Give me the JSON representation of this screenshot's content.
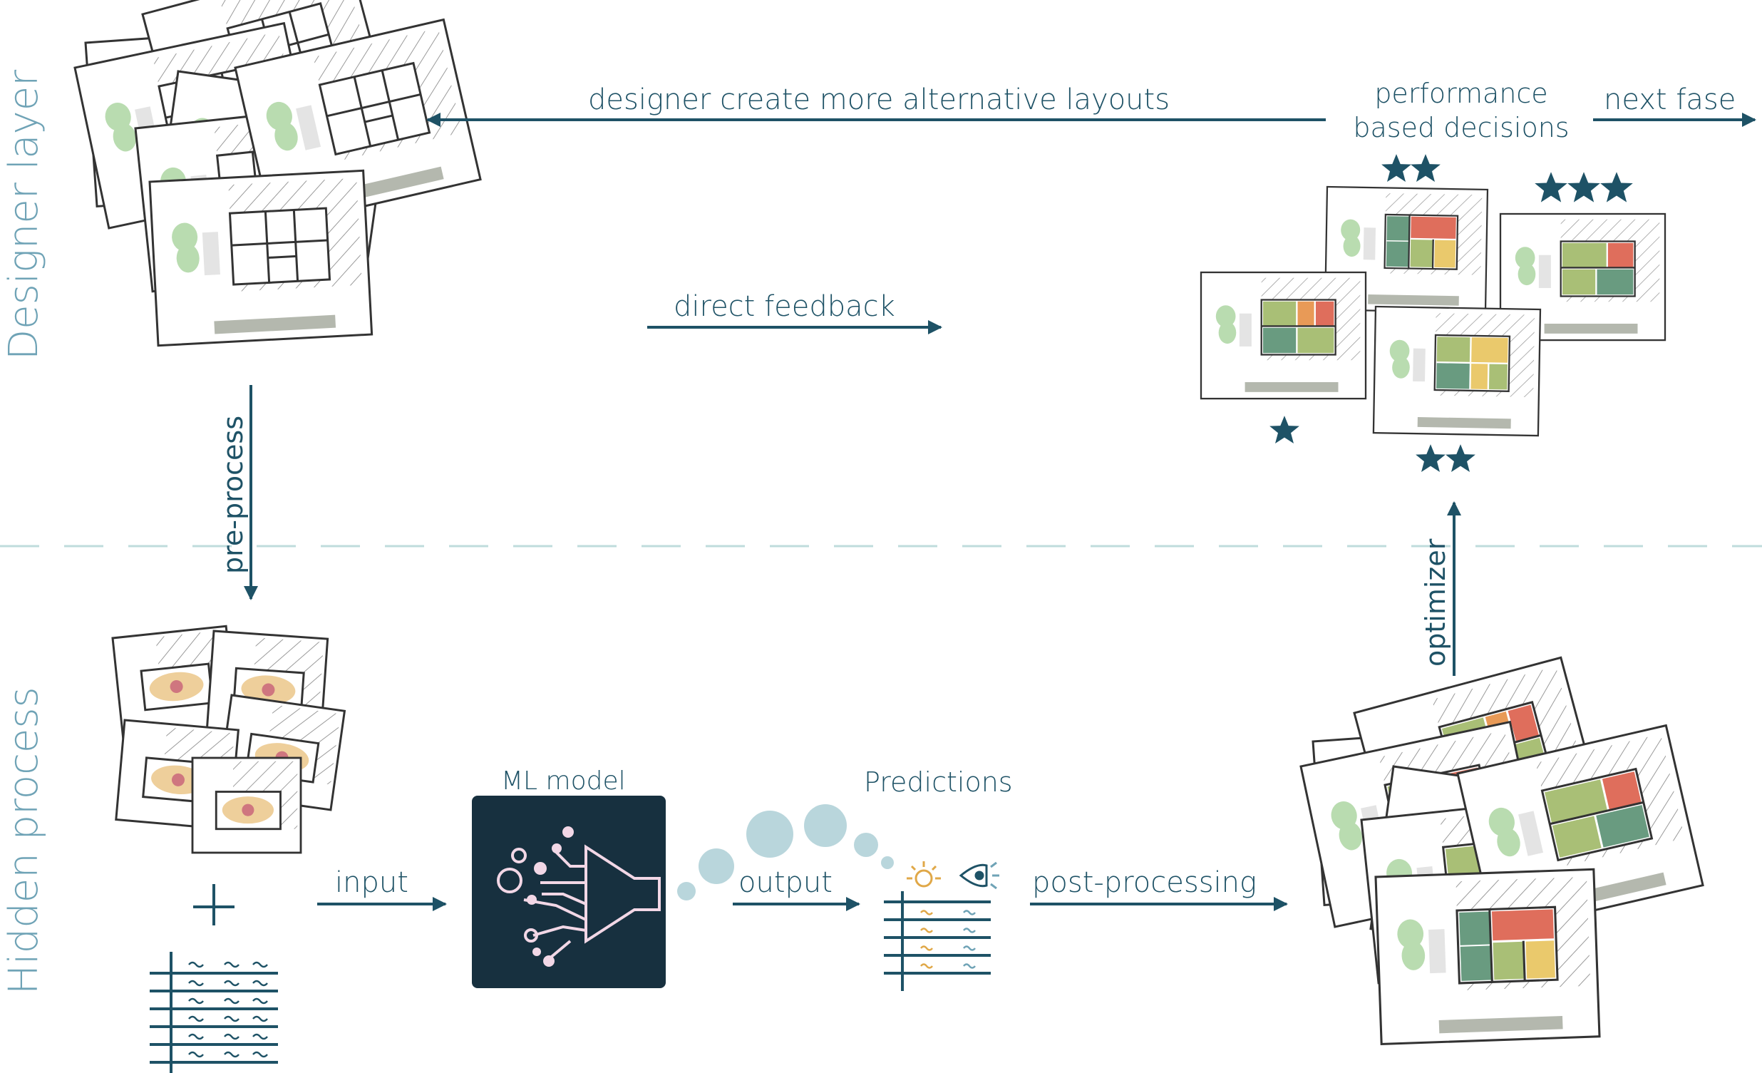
{
  "layers": {
    "designer": "Designer layer",
    "hidden": "Hidden process"
  },
  "labels": {
    "create_more": "designer create more alternative layouts",
    "performance_line1": "performance",
    "performance_line2": "based decisions",
    "next_fase": "next fase",
    "direct_feedback": "direct feedback",
    "pre_process": "pre-process",
    "optimizer": "optimizer",
    "ml_model": "ML model",
    "predictions": "Predictions",
    "input": "input",
    "output": "output",
    "post_processing": "post-processing"
  },
  "ratings": [
    2,
    3,
    1,
    2
  ],
  "icons": {
    "model": "neural-funnel-icon",
    "sun": "sun-icon",
    "eye": "eye-icon",
    "plus": "plus-icon",
    "star": "star-icon"
  },
  "colors": {
    "primary": "#1e5266",
    "side_label": "#6fa3b6",
    "model_bg": "#17303f",
    "bubble": "#b9d6dc",
    "dash": "#bfdcdc",
    "tree": "#b9dcb0",
    "hatch": "#9a9a9a",
    "red": "#d9553f",
    "orange": "#e58f45",
    "yellow": "#e8c35c",
    "lightgreen": "#9ab45e",
    "darkgreen": "#4f8a6a",
    "heat": "#e0a848"
  }
}
